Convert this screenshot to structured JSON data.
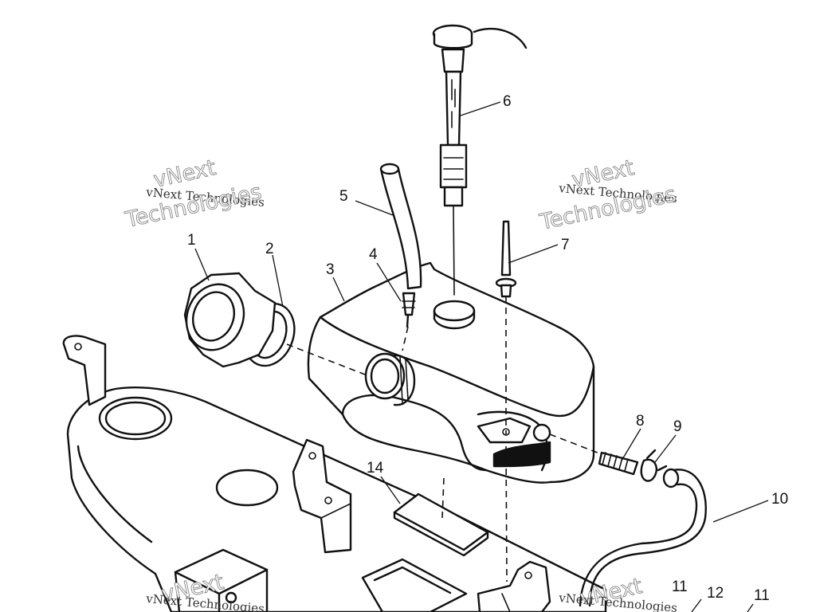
{
  "watermark": {
    "line_small": "vNext Technologies",
    "line_big_1": "vNext",
    "line_big_2": "Technologies"
  },
  "callouts": [
    {
      "id": "1",
      "part": "fuel-cap"
    },
    {
      "id": "2",
      "part": "cap-gasket"
    },
    {
      "id": "3",
      "part": "fuel-tank"
    },
    {
      "id": "4",
      "part": "vent-fitting"
    },
    {
      "id": "5",
      "part": "vent-hose"
    },
    {
      "id": "6",
      "part": "fuel-gauge-sender"
    },
    {
      "id": "7",
      "part": "mounting-bolt"
    },
    {
      "id": "8",
      "part": "spring"
    },
    {
      "id": "9",
      "part": "hose-clamp"
    },
    {
      "id": "10",
      "part": "fuel-line"
    },
    {
      "id": "11",
      "part": "clamp-a"
    },
    {
      "id": "12",
      "part": "fitting"
    },
    {
      "id": "11",
      "part": "clamp-b"
    },
    {
      "id": "14",
      "part": "tank-pad"
    }
  ]
}
